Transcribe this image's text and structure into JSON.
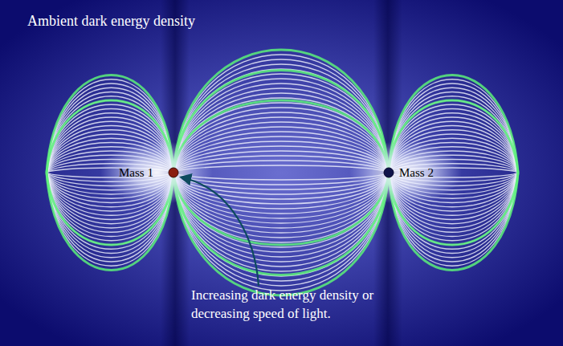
{
  "diagram": {
    "labels": [
      "Ambient dark energy density",
      "Mass 1",
      "Mass 2",
      "Increasing dark energy density or decreasing speed of light."
    ]
  }
}
